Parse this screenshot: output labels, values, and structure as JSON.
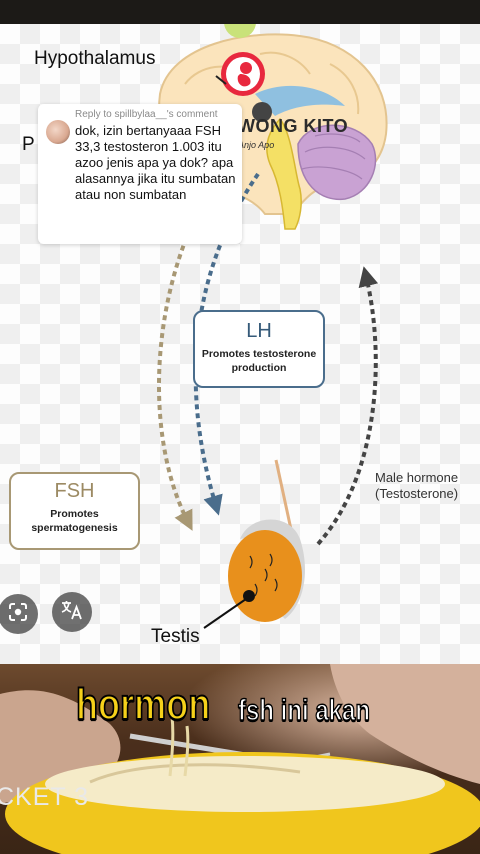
{
  "diagram": {
    "hypothalamus_label": "Hypothalamus",
    "partial_left_label": "P",
    "watermark": "WONG KITO",
    "watermark_sub": "Anjo Apo",
    "lh": {
      "title": "LH",
      "desc": "Promotes testosterone production"
    },
    "fsh": {
      "title": "FSH",
      "desc": "Promotes spermatogenesis"
    },
    "male_hormone": "Male hormone (Testosterone)",
    "testis_label": "Testis",
    "colors": {
      "lh": "#4a6d8c",
      "fsh": "#a89874",
      "testis": "#e8901c",
      "cerebellum": "#c9a2d3",
      "brain": "#fbe4bc"
    }
  },
  "reply": {
    "header": "Reply to spillbylaa__'s comment",
    "body": "dok, izin bertanyaaa FSH 33,3 testosteron 1.003 itu azoo jenis apa ya dok? apa alasannya jika itu sumbatan atau non sumbatan"
  },
  "buttons": {
    "lens_icon": "lens-icon",
    "translate_icon": "translate-icon"
  },
  "video": {
    "caption_highlight": "hormon",
    "caption_rest": "fsh ini akan",
    "bowl_text": "CKET 3"
  }
}
